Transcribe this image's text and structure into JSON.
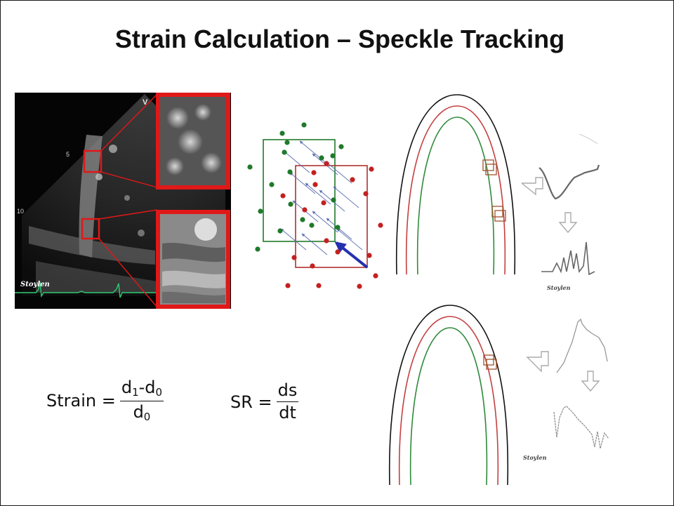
{
  "slide": {
    "title": "Strain Calculation – Speckle Tracking"
  },
  "echo_image": {
    "marker_v": "V",
    "depth_5": "5",
    "depth_10": "10",
    "watermark": "Stoylen"
  },
  "formulas": {
    "strain": {
      "lhs": "Strain =",
      "numerator_d": "d",
      "numerator_sub1": "1",
      "numerator_mid": "-d",
      "numerator_sub0": "0",
      "denominator_d": "d",
      "denominator_sub0": "0"
    },
    "sr": {
      "lhs": "SR =",
      "numerator": "ds",
      "denominator": "dt"
    }
  },
  "curves_top": {
    "watermark": "Stoylen"
  },
  "curves_bottom": {
    "watermark": "Stoylen"
  },
  "colors": {
    "red_box": "#e01818",
    "green_speckle": "#1f7a2a",
    "red_speckle": "#c42020",
    "arrow_blue": "#2530b0",
    "wall_red": "#c44040",
    "wall_green": "#2f8a3a",
    "sample_box": "#a0522d"
  }
}
